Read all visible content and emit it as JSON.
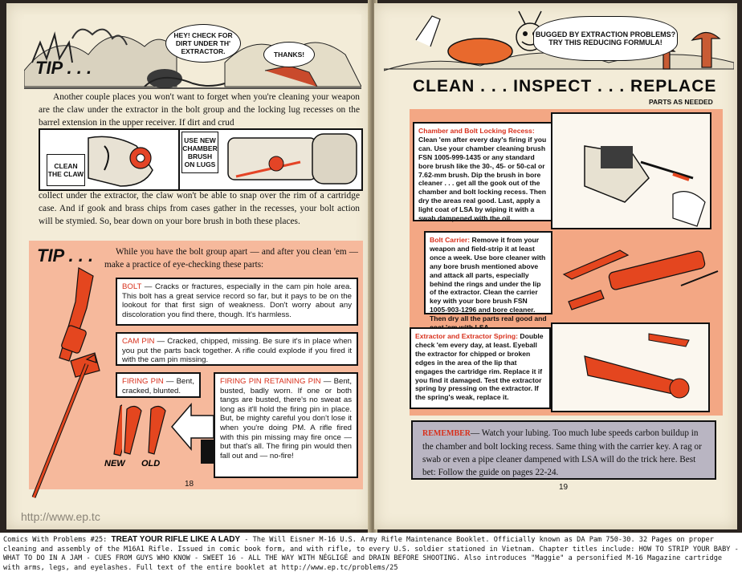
{
  "left_page": {
    "bubble_1": "HEY! CHECK FOR DIRT UNDER TH' EXTRACTOR.",
    "bubble_2": "THANKS!",
    "tip_1": "TIP . . .",
    "intro_text": "Another couple places you won't want to forget when you're cleaning your weapon are the claw under the extractor in the bolt group and the locking lug recesses on the barrel extension in the upper receiver.   If dirt and crud",
    "panel_label_1": "CLEAN THE CLAW",
    "panel_label_2": "USE NEW CHAMBER BRUSH ON LUGS",
    "body_text": "collect under the extractor, the claw won't be able to snap over the rim of a cartridge case. And if gook and brass chips from cases gather in the recesses, your bolt action will be stymied. So, bear down on your bore brush in both these places.",
    "tip_2": "TIP . . .",
    "tip_2_text": "While you have the bolt group apart — and after you clean 'em — make a practice of eye-checking these parts:",
    "boxes": {
      "bolt_label": "BOLT",
      "bolt_text": " — Cracks or fractures, especially in the cam pin hole area. This bolt has a great service record so far, but it pays to be on the lookout for that first sign of weakness. Don't worry about any discoloration you find there, though. It's harmless.",
      "cam_label": "CAM PIN",
      "cam_text": " — Cracked, chipped, missing. Be sure it's in place when you put the parts back together. A rifle could explode if you fired it with the cam pin missing.",
      "fp_label": "FIRING PIN",
      "fp_text": " — Bent, cracked, blunted.",
      "fprp_label": "FIRING PIN RETAINING PIN",
      "fprp_text": " — Bent, busted, badly worn. If one or both tangs are busted, there's no sweat as long as it'll hold the firing pin in place. But, be mighty careful you don't lose it when you're doing PM. A rifle fired with this pin missing may fire once — but that's all. The firing pin would then fall out and — no-fire!"
    },
    "new_label": "NEW",
    "old_label": "OLD",
    "page_number": "18",
    "url": "http://www.ep.tc"
  },
  "right_page": {
    "bubble": "BUGGED BY EXTRACTION PROBLEMS? TRY THIS REDUCING FORMULA!",
    "headline": "CLEAN . . . INSPECT . . . REPLACE",
    "subhead": "PARTS AS NEEDED",
    "sections": [
      {
        "title": "Chamber and Bolt Locking Recess:",
        "text": " Clean 'em after every day's firing if you can. Use your chamber cleaning brush FSN 1005-999-1435 or any standard bore brush like the 30-, 45- or 50-cal or 7.62-mm brush. Dip the brush in bore cleaner . . . get all the gook out of the chamber and bolt locking recess. Then dry the areas real good. Last, apply a light coat of LSA by wiping it with a swab dampened with the oil."
      },
      {
        "title": "Bolt Carrier:",
        "text": " Remove it from your weapon and field-strip it at least once a week. Use bore cleaner with any bore brush mentioned above and attack all parts, especially behind the rings and under the lip of the extractor. Clean the carrier key with your bore brush FSN 1005-903-1296 and bore cleaner. Then dry all the parts real good and coat 'em with LSA."
      },
      {
        "title": "Extractor and Extractor Spring:",
        "text": " Double check 'em every day, at least. Eyeball the extractor for chipped or broken edges in the area of the lip that engages the cartridge rim. Replace it if you find it damaged. Test the extractor spring by pressing on the extractor. If the spring's weak, replace it."
      }
    ],
    "remember_label": "REMEMBER",
    "remember_text": "— Watch your lubing. Too much lube speeds carbon buildup in the chamber and bolt locking recess. Same thing with the carrier key. A rag or swab or even a pipe cleaner dampened with LSA will do the trick here. Best bet: Follow the guide on pages 22-24.",
    "page_number": "19"
  },
  "caption": {
    "prefix": "Comics With Problems #25: ",
    "title": "TREAT YOUR RIFLE LIKE A LADY",
    "text": " - The Will Eisner M-16 U.S. Army Rifle Maintenance Booklet. Officially known as DA Pam 750-30. 32 Pages on proper cleaning and assembly of the M16A1 Rifle. Issued in comic book form, and with rifle, to every U.S. soldier stationed in Vietnam. Chapter titles include: HOW TO STRIP YOUR BABY - WHAT TO DO IN A JAM - CUES FROM GUYS WHO KNOW - SWEET 16 - ALL THE WAY WITH NÉGLIGÉ and DRAIN BEFORE SHOOTING. Also introduces \"Maggie\" a personified M-16 Magazine cartridge with arms, legs, and eyelashes. Full text of the entire booklet at http://www.ep.tc/problems/25"
  },
  "colors": {
    "accent_red": "#d8301c",
    "salmon": "#f3a784",
    "remember_bg": "#b9b5c2"
  }
}
